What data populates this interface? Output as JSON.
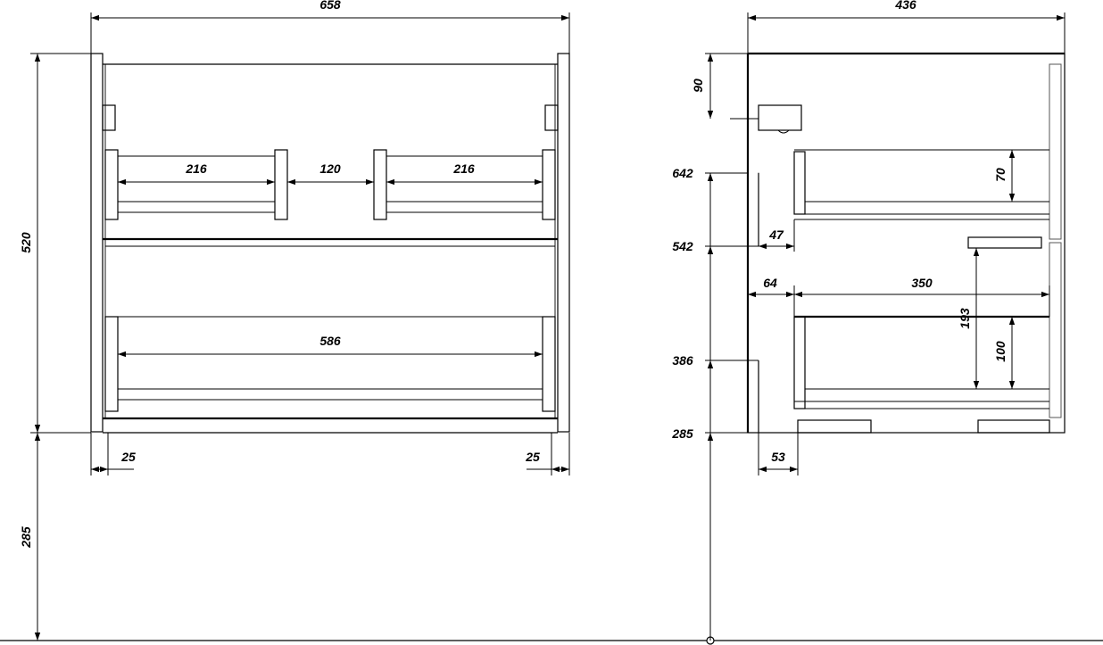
{
  "front_view": {
    "overall_width": "658",
    "height": "520",
    "height_to_floor": "285",
    "drawer_inner_left": "216",
    "drawer_gap": "120",
    "drawer_inner_right": "216",
    "lower_drawer_inner": "586",
    "side_left": "25",
    "side_right": "25"
  },
  "side_view": {
    "depth": "436",
    "siphon_drop": "90",
    "level_642": "642",
    "level_542": "542",
    "level_386": "386",
    "level_285": "285",
    "upper_drawer_height": "70",
    "offset_47": "47",
    "offset_64": "64",
    "drawer_depth": "350",
    "lower_opening": "193",
    "lower_drawer_height": "100",
    "offset_53": "53"
  }
}
